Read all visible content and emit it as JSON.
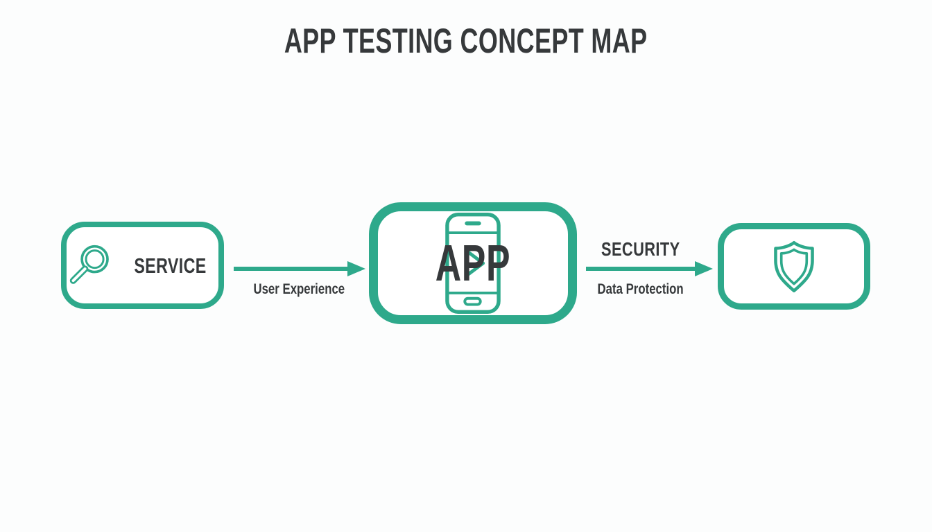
{
  "title": "APP TESTING CONCEPT MAP",
  "colors": {
    "teal": "#2EA98B",
    "dark": "#36393B",
    "background": "#FCFDFD"
  },
  "nodes": {
    "service": {
      "label": "SERVICE",
      "icon": "magnifier-icon"
    },
    "app": {
      "label": "APP",
      "icon": "smartphone-icon"
    },
    "security": {
      "label": "",
      "icon": "shield-icon"
    }
  },
  "edges": {
    "service_to_app": {
      "label": "User Experience"
    },
    "app_to_security": {
      "label": "SECURITY",
      "sublabel": "Data Protection"
    }
  }
}
